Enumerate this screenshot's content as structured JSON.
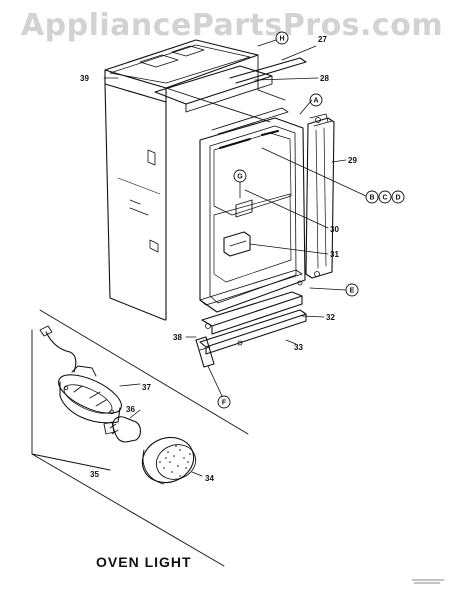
{
  "watermark": "AppliancePartsPros.com",
  "caption": "OVEN LIGHT",
  "part_numbers": [
    "27",
    "28",
    "29",
    "30",
    "31",
    "32",
    "33",
    "34",
    "35",
    "36",
    "37",
    "38",
    "39"
  ],
  "circle_letters": [
    "H",
    "A",
    "B",
    "C",
    "D",
    "G",
    "E",
    "F"
  ]
}
